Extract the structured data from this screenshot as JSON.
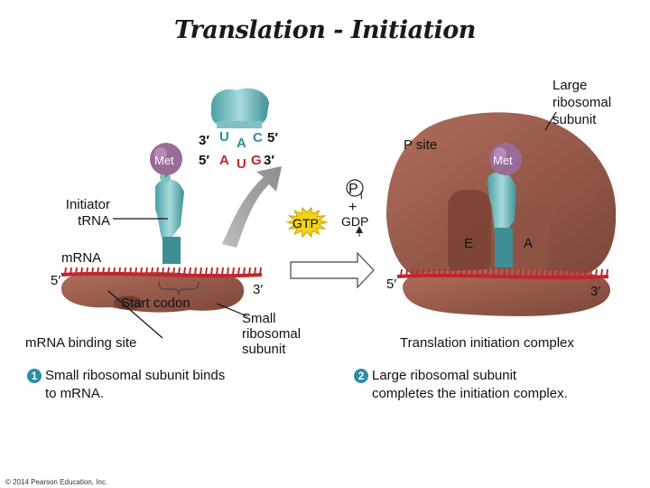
{
  "title": "Translation - Initiation",
  "labels": {
    "large_subunit_line1": "Large",
    "large_subunit_line2": "ribosomal",
    "large_subunit_line3": "subunit",
    "p_site": "P site",
    "met_left": "Met",
    "met_right": "Met",
    "initiator_trna_line1": "Initiator",
    "initiator_trna_line2": "tRNA",
    "mrna": "mRNA",
    "five_prime_left": "5′",
    "three_prime_left": "3′",
    "five_prime_right": "5′",
    "three_prime_right": "3′",
    "start_codon": "Start codon",
    "mrna_binding_site": "mRNA binding site",
    "small_subunit_line1": "Small",
    "small_subunit_line2": "ribosomal",
    "small_subunit_line3": "subunit",
    "gtp": "GTP",
    "pi": "P",
    "pi_sub": "i",
    "plus": "+",
    "gdp": "GDP",
    "e_site": "E",
    "a_site": "A",
    "translation_complex": "Translation initiation complex",
    "anticodon_3": "3′",
    "anticodon_u": "U",
    "anticodon_a": "A",
    "anticodon_c": "C",
    "anticodon_5": "5′",
    "codon_5": "5′",
    "codon_a": "A",
    "codon_u": "U",
    "codon_g": "G",
    "codon_3": "3′"
  },
  "steps": [
    {
      "number": "1",
      "line1": "Small ribosomal subunit binds",
      "line2": "to mRNA."
    },
    {
      "number": "2",
      "line1": "Large ribosomal subunit",
      "line2": "completes the initiation complex."
    }
  ],
  "copyright": "© 2014 Pearson Education, Inc.",
  "colors": {
    "ribosome": "#9a5a4a",
    "ribosome_dark": "#7a4235",
    "trna": "#7fc0c2",
    "trna_dark": "#3d8f95",
    "mrna": "#c0262e",
    "gtp": "#f4d21a",
    "badge": "#2a8fa3",
    "codon_red": "#c0262e",
    "codon_teal": "#2f8f92"
  }
}
